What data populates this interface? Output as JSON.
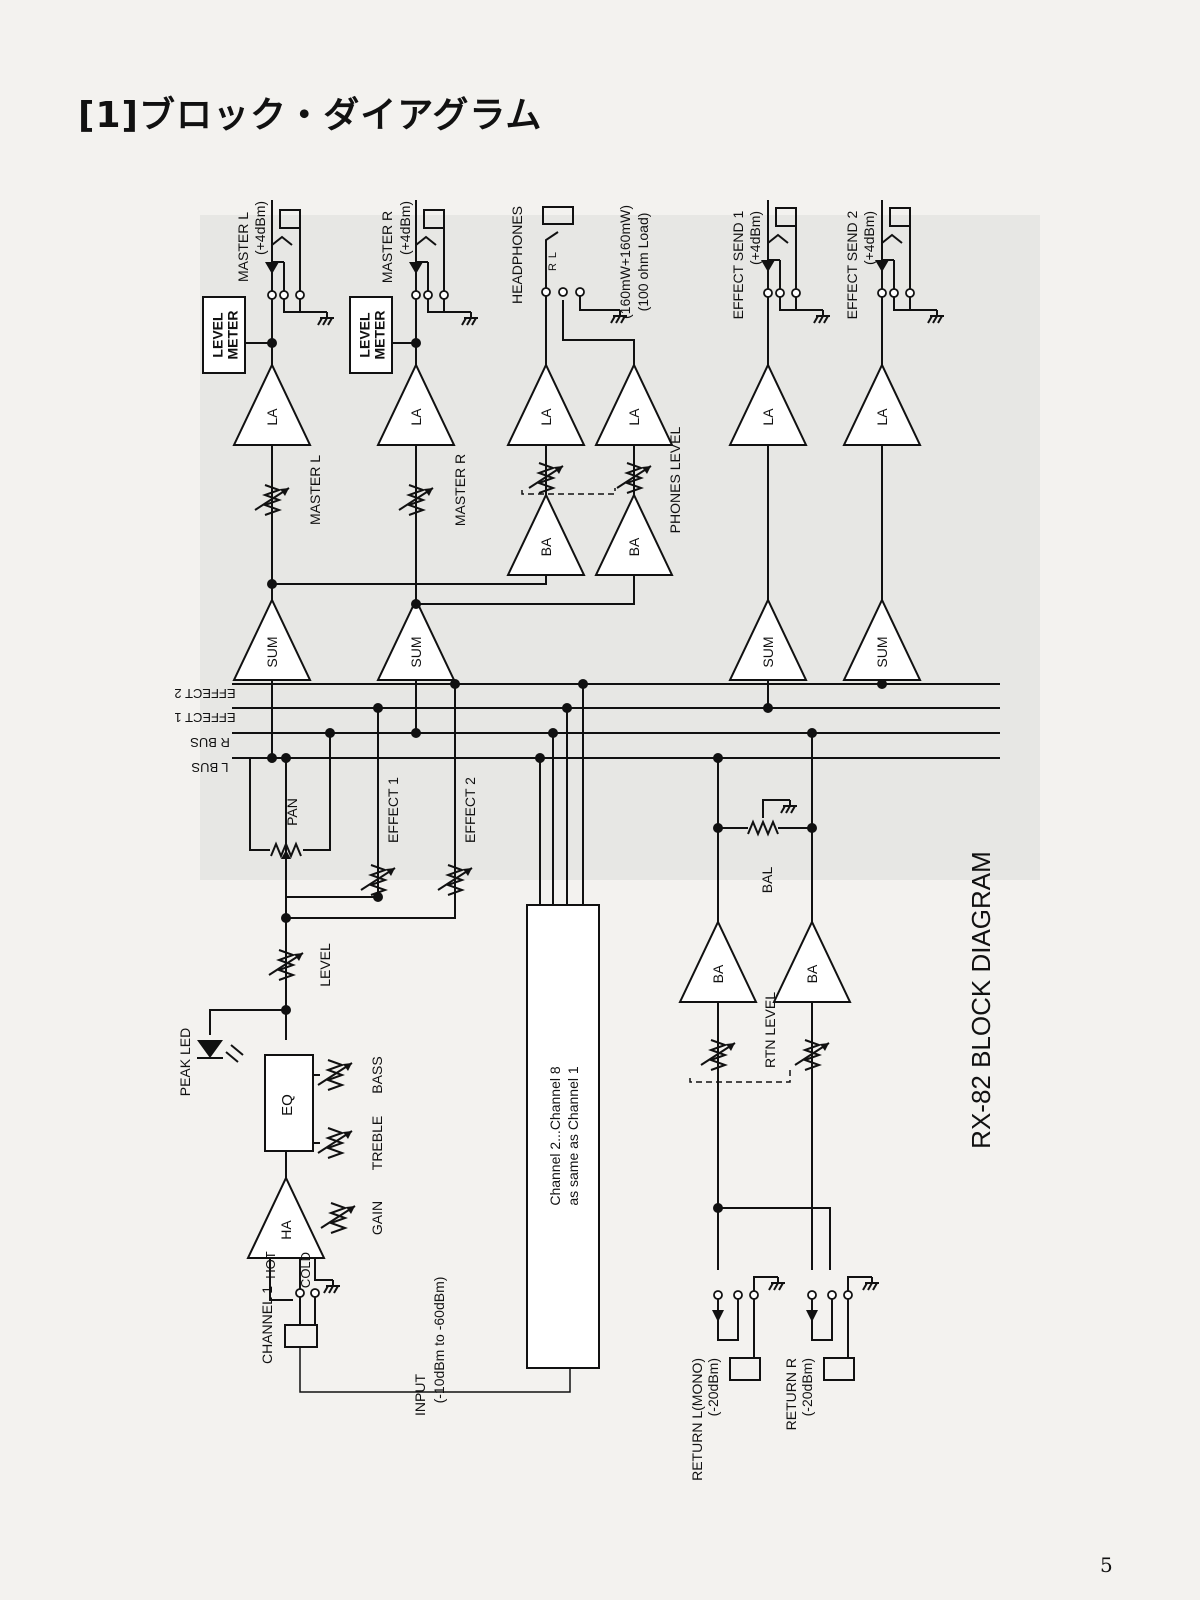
{
  "page": {
    "title": "[1]ブロック・ダイアグラム",
    "number": "5"
  },
  "diagram": {
    "title": "RX-82 BLOCK DIAGRAM",
    "buses": {
      "l_bus": "L BUS",
      "r_bus": "R BUS",
      "effect1": "EFFECT 1",
      "effect2": "EFFECT 2"
    },
    "amps": {
      "la": "LA",
      "sum": "SUM",
      "ba": "BA",
      "ha": "HA"
    },
    "level_meter": "LEVEL\nMETER",
    "outputs": {
      "master_l": "MASTER L",
      "master_r": "MASTER R",
      "plus4": "(+4dBm)",
      "headphones": "HEADPHONES",
      "hp_spec1": "(160mW+160mW)",
      "hp_spec2": "(100 ohm Load)",
      "hp_l": "L",
      "hp_r": "R",
      "effect_send_1": "EFFECT SEND 1",
      "effect_send_2": "EFFECT SEND 2"
    },
    "controls": {
      "master_l": "MASTER L",
      "master_r": "MASTER R",
      "phones_level": "PHONES LEVEL",
      "pan": "PAN",
      "effect1": "EFFECT 1",
      "effect2": "EFFECT 2",
      "level": "LEVEL",
      "bass": "BASS",
      "treble": "TREBLE",
      "gain": "GAIN",
      "bal": "BAL",
      "rtn_level": "RTN LEVEL"
    },
    "channel": {
      "channel1": "CHANNEL 1",
      "hot": "HOT",
      "cold": "COLD",
      "eq": "EQ",
      "peak_led": "PEAK LED",
      "input": "INPUT",
      "input_range": "(-10dBm to -60dBm)",
      "others_line1": "Channel 2...Channel 8",
      "others_line2": "as same as Channel 1"
    },
    "returns": {
      "return_l": "RETURN L(MONO)",
      "return_r": "RETURN R",
      "minus20": "(-20dBm)"
    }
  }
}
